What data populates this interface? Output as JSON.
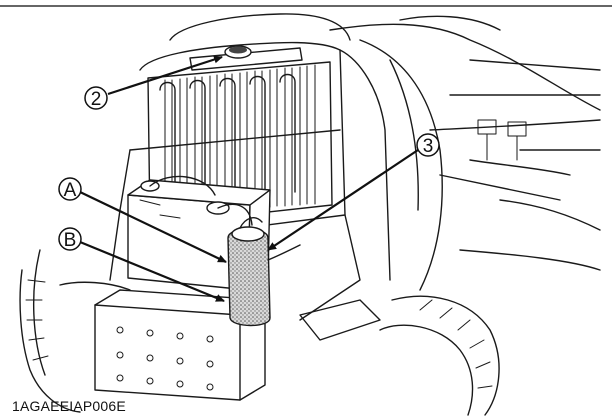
{
  "figure": {
    "id": "1AGAEEIAP006E"
  },
  "callouts": [
    {
      "key": "2",
      "label": "2"
    },
    {
      "key": "3",
      "label": "3"
    },
    {
      "key": "A",
      "label": "A"
    },
    {
      "key": "B",
      "label": "B"
    }
  ],
  "colors": {
    "line": "#1a1a1a",
    "background": "#ffffff",
    "tank_fill": "#c8c8c8"
  }
}
